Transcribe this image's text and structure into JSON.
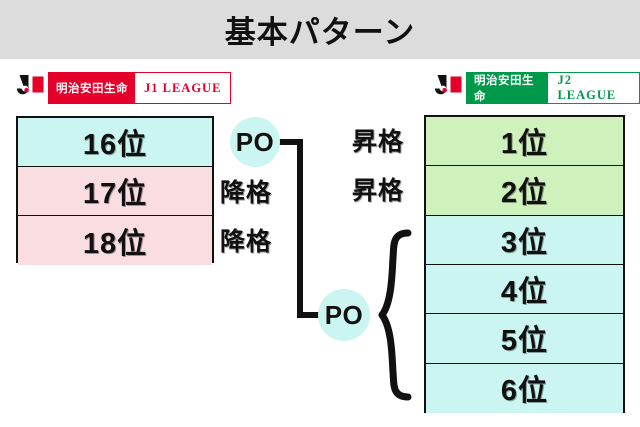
{
  "header": {
    "title": "基本パターン",
    "background_color": "#dcdcdc"
  },
  "badges": [
    {
      "id": "j1",
      "mark_icon": "j-league-mark-icon",
      "sponsor": "明治安田生命",
      "league": "J1 LEAGUE",
      "color": "#e4002b"
    },
    {
      "id": "j2",
      "mark_icon": "j-league-mark-icon",
      "sponsor": "明治安田生命",
      "league": "J2 LEAGUE",
      "color": "#00984a"
    }
  ],
  "left_table": {
    "league": "J1 LEAGUE",
    "rows": [
      {
        "rank": "16位",
        "status": "PO",
        "fill": "#caf5f1"
      },
      {
        "rank": "17位",
        "status": "降格",
        "fill": "#fadde0"
      },
      {
        "rank": "18位",
        "status": "降格",
        "fill": "#fadde0"
      }
    ]
  },
  "right_table": {
    "league": "J2 LEAGUE",
    "rows": [
      {
        "rank": "1位",
        "status": "昇格",
        "fill": "#cff2bc"
      },
      {
        "rank": "2位",
        "status": "昇格",
        "fill": "#cff2bc"
      },
      {
        "rank": "3位",
        "status": "PO",
        "fill": "#caf5f1"
      },
      {
        "rank": "4位",
        "status": "PO",
        "fill": "#caf5f1"
      },
      {
        "rank": "5位",
        "status": "PO",
        "fill": "#caf5f1"
      },
      {
        "rank": "6位",
        "status": "PO",
        "fill": "#caf5f1"
      }
    ]
  },
  "annotations": {
    "demote_1": "降格",
    "demote_2": "降格",
    "promote_1": "昇格",
    "promote_2": "昇格",
    "po_top": "PO",
    "po_bottom": "PO"
  },
  "colors": {
    "cyan": "#caf5f1",
    "pink": "#fadde0",
    "green": "#cff2bc",
    "line": "#111111",
    "j1_red": "#e4002b",
    "j2_green": "#00984a",
    "header_gray": "#dcdcdc"
  }
}
